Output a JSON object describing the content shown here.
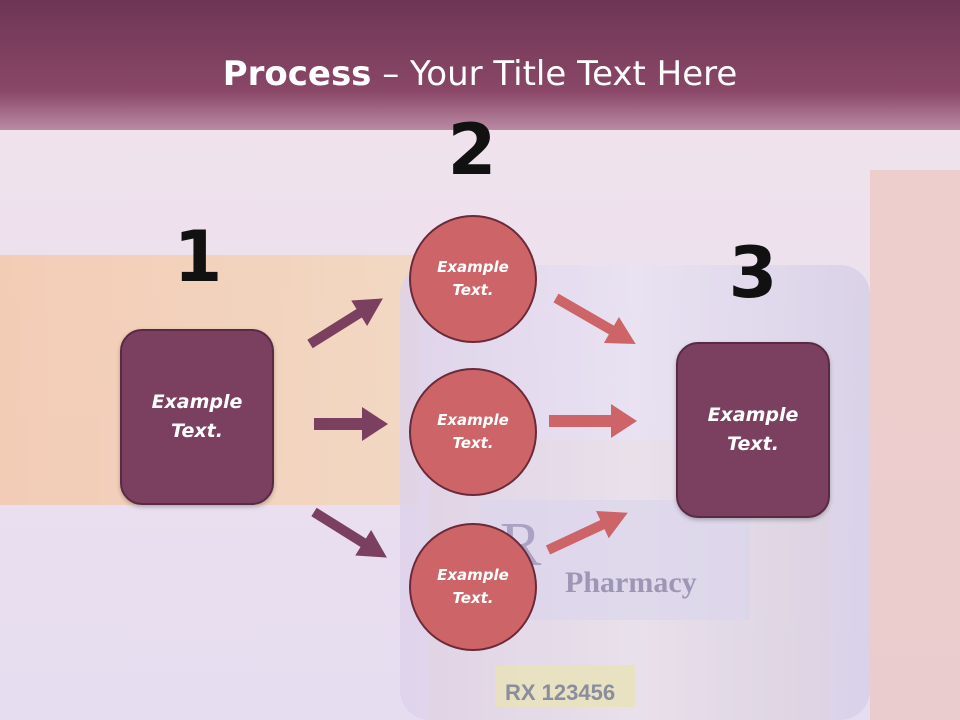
{
  "title": {
    "bold": "Process",
    "rest": " – Your Title Text Here"
  },
  "steps": {
    "one": "1",
    "two": "2",
    "three": "3"
  },
  "left_box": {
    "text": "Example Text."
  },
  "circles": [
    {
      "text": "Example Text."
    },
    {
      "text": "Example Text."
    },
    {
      "text": "Example Text."
    }
  ],
  "right_box": {
    "text": "Example Text."
  },
  "background": {
    "bottle_label": "Pharmacy",
    "rx_code": "RX 123456",
    "rx_symbol": "R"
  },
  "colors": {
    "title_band": "#7b3f60",
    "box": "#7b3f60",
    "circle": "#cd6468",
    "arrow_left": "#7b3f60",
    "arrow_right": "#cd6468"
  }
}
